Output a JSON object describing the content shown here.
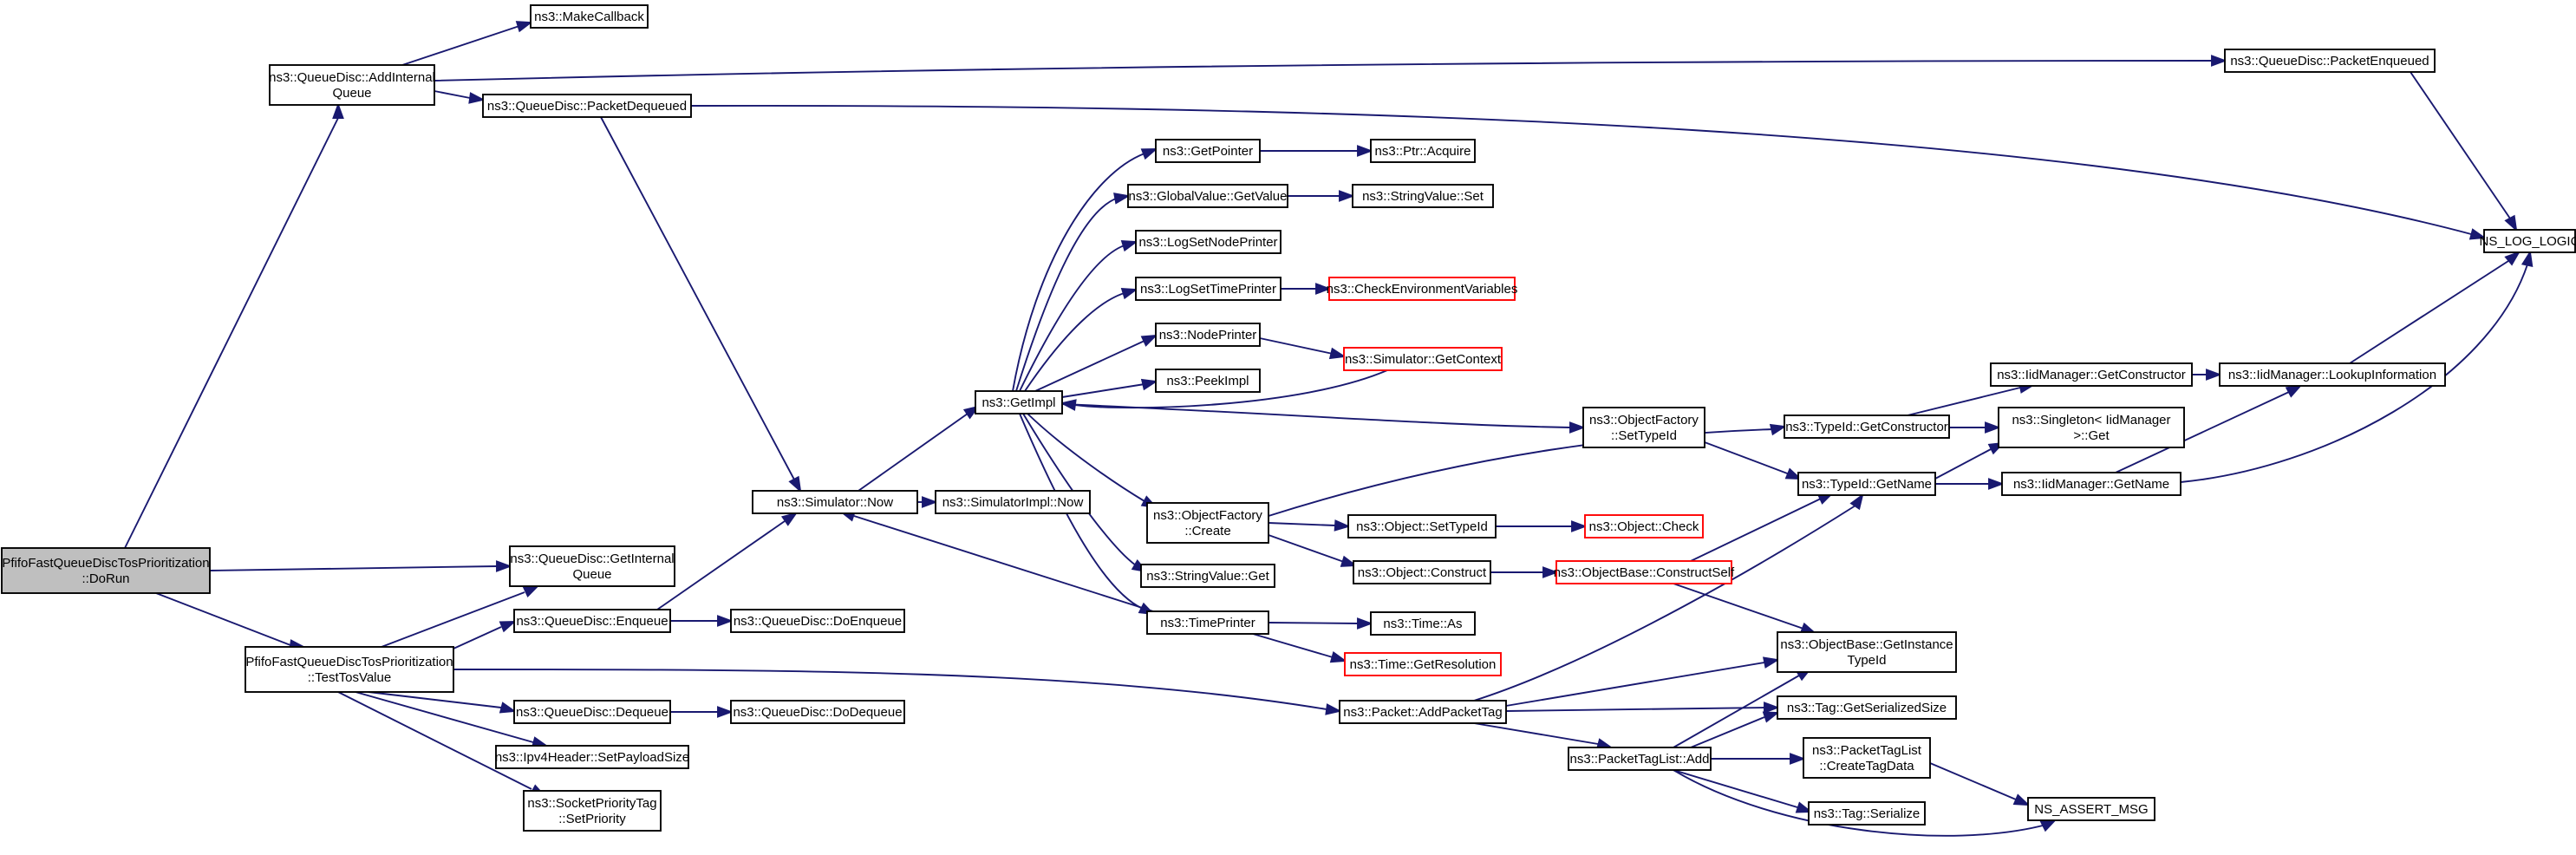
{
  "graph": {
    "nodes": [
      {
        "id": "root",
        "lines": [
          "PfifoFastQueueDiscTosPrioritization",
          "::DoRun"
        ],
        "style": "root"
      },
      {
        "id": "addInternalQueue",
        "lines": [
          "ns3::QueueDisc::AddInternal",
          "Queue"
        ]
      },
      {
        "id": "testTosValue",
        "lines": [
          "PfifoFastQueueDiscTosPrioritization",
          "::TestTosValue"
        ]
      },
      {
        "id": "makeCallback",
        "lines": [
          "ns3::MakeCallback"
        ]
      },
      {
        "id": "packetDequeued",
        "lines": [
          "ns3::QueueDisc::PacketDequeued"
        ]
      },
      {
        "id": "packetEnqueued",
        "lines": [
          "ns3::QueueDisc::PacketEnqueued"
        ]
      },
      {
        "id": "nsLogLogic",
        "lines": [
          "NS_LOG_LOGIC"
        ]
      },
      {
        "id": "getInternalQueue",
        "lines": [
          "ns3::QueueDisc::GetInternal",
          "Queue"
        ]
      },
      {
        "id": "enqueue",
        "lines": [
          "ns3::QueueDisc::Enqueue"
        ]
      },
      {
        "id": "doEnqueue",
        "lines": [
          "ns3::QueueDisc::DoEnqueue"
        ]
      },
      {
        "id": "dequeue",
        "lines": [
          "ns3::QueueDisc::Dequeue"
        ]
      },
      {
        "id": "doDequeue",
        "lines": [
          "ns3::QueueDisc::DoDequeue"
        ]
      },
      {
        "id": "setPayloadSize",
        "lines": [
          "ns3::Ipv4Header::SetPayloadSize"
        ]
      },
      {
        "id": "setPriority",
        "lines": [
          "ns3::SocketPriorityTag",
          "::SetPriority"
        ]
      },
      {
        "id": "simNow",
        "lines": [
          "ns3::Simulator::Now"
        ]
      },
      {
        "id": "simImplNow",
        "lines": [
          "ns3::SimulatorImpl::Now"
        ]
      },
      {
        "id": "getImpl",
        "lines": [
          "ns3::GetImpl"
        ]
      },
      {
        "id": "getPointer",
        "lines": [
          "ns3::GetPointer"
        ]
      },
      {
        "id": "ptrAcquire",
        "lines": [
          "ns3::Ptr::Acquire"
        ]
      },
      {
        "id": "globalGetValue",
        "lines": [
          "ns3::GlobalValue::GetValue"
        ]
      },
      {
        "id": "stringValueSet",
        "lines": [
          "ns3::StringValue::Set"
        ]
      },
      {
        "id": "logSetNodePrinter",
        "lines": [
          "ns3::LogSetNodePrinter"
        ]
      },
      {
        "id": "logSetTimePrinter",
        "lines": [
          "ns3::LogSetTimePrinter"
        ]
      },
      {
        "id": "checkEnvVars",
        "lines": [
          "ns3::CheckEnvironmentVariables"
        ],
        "style": "red"
      },
      {
        "id": "nodePrinter",
        "lines": [
          "ns3::NodePrinter"
        ]
      },
      {
        "id": "simGetContext",
        "lines": [
          "ns3::Simulator::GetContext"
        ],
        "style": "red"
      },
      {
        "id": "peekImpl",
        "lines": [
          "ns3::PeekImpl"
        ]
      },
      {
        "id": "objFactorySetTypeId",
        "lines": [
          "ns3::ObjectFactory",
          "::SetTypeId"
        ]
      },
      {
        "id": "objFactoryCreate",
        "lines": [
          "ns3::ObjectFactory",
          "::Create"
        ]
      },
      {
        "id": "stringValueGet",
        "lines": [
          "ns3::StringValue::Get"
        ]
      },
      {
        "id": "timePrinter",
        "lines": [
          "ns3::TimePrinter"
        ]
      },
      {
        "id": "objectSetTypeId",
        "lines": [
          "ns3::Object::SetTypeId"
        ]
      },
      {
        "id": "objectCheck",
        "lines": [
          "ns3::Object::Check"
        ],
        "style": "red"
      },
      {
        "id": "objectConstruct",
        "lines": [
          "ns3::Object::Construct"
        ]
      },
      {
        "id": "objectBaseConstructSelf",
        "lines": [
          "ns3::ObjectBase::ConstructSelf"
        ],
        "style": "red"
      },
      {
        "id": "timeAs",
        "lines": [
          "ns3::Time::As"
        ]
      },
      {
        "id": "timeGetResolution",
        "lines": [
          "ns3::Time::GetResolution"
        ],
        "style": "red"
      },
      {
        "id": "typeIdGetConstructor",
        "lines": [
          "ns3::TypeId::GetConstructor"
        ]
      },
      {
        "id": "typeIdGetName",
        "lines": [
          "ns3::TypeId::GetName"
        ]
      },
      {
        "id": "iidGetConstructor",
        "lines": [
          "ns3::IidManager::GetConstructor"
        ]
      },
      {
        "id": "singletonGet",
        "lines": [
          "ns3::Singleton< IidManager",
          " >::Get"
        ]
      },
      {
        "id": "iidGetName",
        "lines": [
          "ns3::IidManager::GetName"
        ]
      },
      {
        "id": "iidLookupInformation",
        "lines": [
          "ns3::IidManager::LookupInformation"
        ]
      },
      {
        "id": "packetAddPacketTag",
        "lines": [
          "ns3::Packet::AddPacketTag"
        ]
      },
      {
        "id": "packetTagListAdd",
        "lines": [
          "ns3::PacketTagList::Add"
        ]
      },
      {
        "id": "objectBaseGetInstanceTypeId",
        "lines": [
          "ns3::ObjectBase::GetInstance",
          "TypeId"
        ]
      },
      {
        "id": "tagGetSerializedSize",
        "lines": [
          "ns3::Tag::GetSerializedSize"
        ]
      },
      {
        "id": "createTagData",
        "lines": [
          "ns3::PacketTagList",
          "::CreateTagData"
        ]
      },
      {
        "id": "tagSerialize",
        "lines": [
          "ns3::Tag::Serialize"
        ]
      },
      {
        "id": "nsAssertMsg",
        "lines": [
          "NS_ASSERT_MSG"
        ]
      }
    ]
  }
}
